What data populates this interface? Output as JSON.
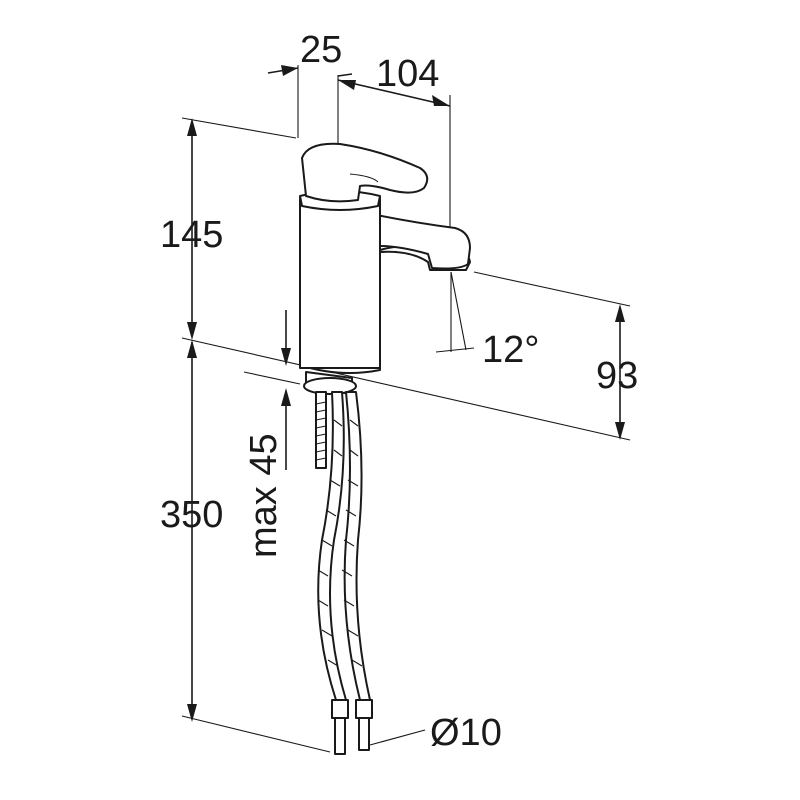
{
  "dimensions": {
    "handle_width": "25",
    "spout_reach": "104",
    "faucet_height": "145",
    "spout_clearance": "93",
    "spout_angle": "12°",
    "mount_depth": "max 45",
    "hose_length": "350",
    "hose_diameter": "Ø10"
  }
}
